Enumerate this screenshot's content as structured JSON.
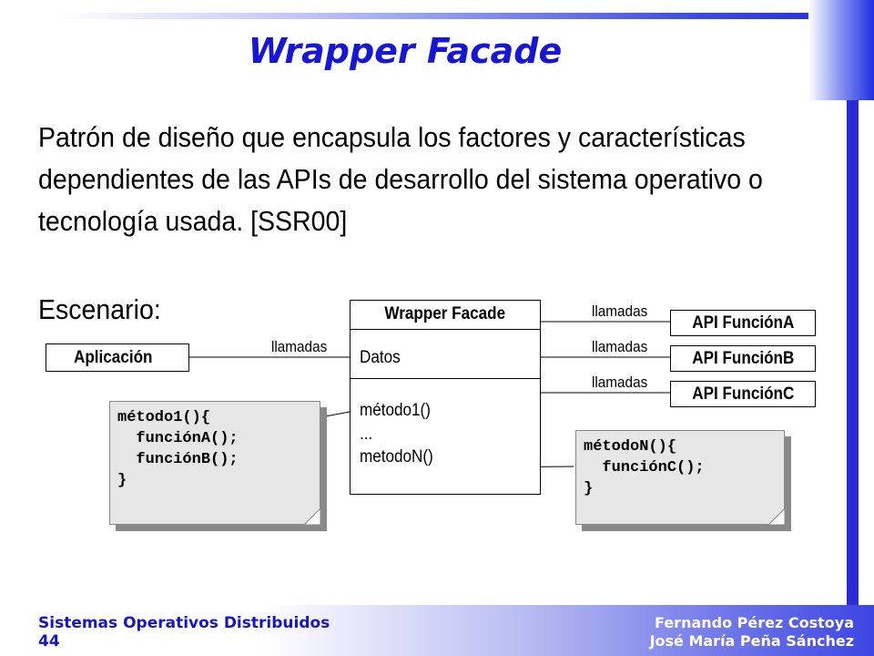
{
  "slide": {
    "title": "Wrapper Facade",
    "description_lines": [
      "Patrón de diseño que encapsula los factores y características",
      "dependientes de las APIs de desarrollo del sistema operativo o",
      "tecnología usada. [SSR00]"
    ],
    "scenario_label": "Escenario:"
  },
  "diagram": {
    "application": "Aplicación",
    "wrapper": {
      "title": "Wrapper Facade",
      "attribute": "Datos",
      "methods": [
        "método1()",
        "...",
        "metodoN()"
      ]
    },
    "apis": [
      "API FunciónA",
      "API FunciónB",
      "API FunciónC"
    ],
    "edge_label": "llamadas",
    "notes": {
      "method1": [
        "método1(){",
        "  funciónA();",
        "  funciónB();",
        "}"
      ],
      "methodN": [
        "métodoN(){",
        "  funciónC();",
        "}"
      ]
    }
  },
  "footer": {
    "course": "Sistemas Operativos Distribuidos",
    "page": "44",
    "authors": [
      "Fernando Pérez Costoya",
      "José María Peña Sánchez"
    ]
  },
  "colors": {
    "title": "#1616d6",
    "accent": "#2a2ad6",
    "footer_left": "#1616c8"
  }
}
